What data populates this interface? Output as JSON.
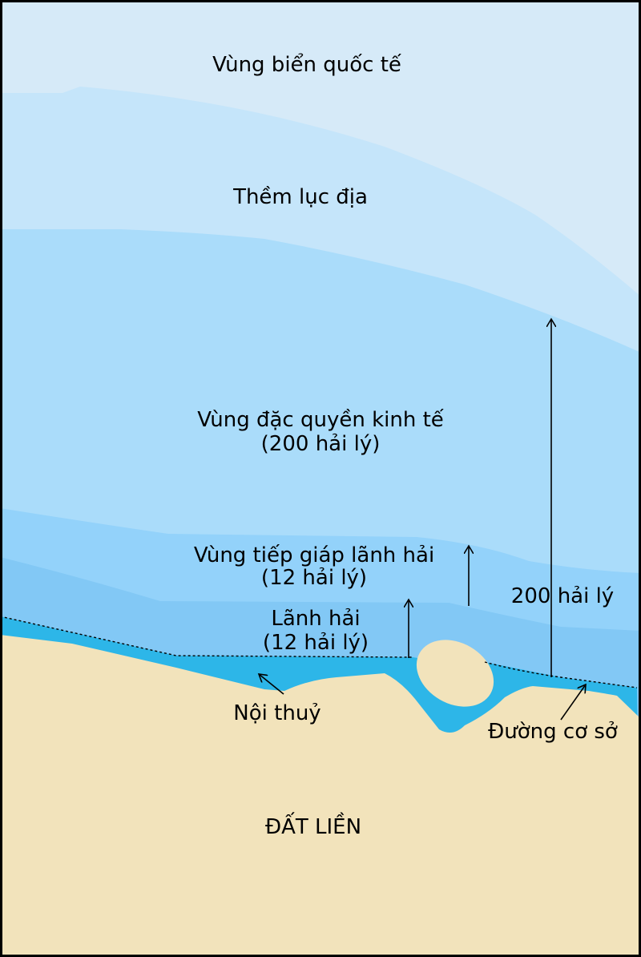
{
  "colors": {
    "high_seas": "#d6eaf8",
    "continental_shelf": "#c5e5fa",
    "eez": "#aadcfa",
    "contiguous_zone": "#93d2fa",
    "territorial_sea": "#82c8f5",
    "internal_waters": "#2db6e8",
    "land": "#f2e3bb",
    "outline": "#000000"
  },
  "zones": {
    "high_seas": {
      "label": "Vùng biển quốc tế"
    },
    "continental_shelf": {
      "label": "Thềm lục địa"
    },
    "eez": {
      "label_line1": "Vùng đặc quyền kinh tế",
      "label_line2": "(200 hải lý)"
    },
    "contiguous_zone": {
      "label_line1": "Vùng tiếp giáp lãnh hải",
      "label_line2": "(12 hải lý)"
    },
    "territorial_sea": {
      "label_line1": "Lãnh hải",
      "label_line2": "(12 hải lý)"
    },
    "internal_waters": {
      "label": "Nội thuỷ"
    },
    "land": {
      "label": "ĐẤT LIỀN"
    }
  },
  "annotations": {
    "eez_distance": "200 hải lý",
    "baseline": "Đường cơ sở"
  }
}
